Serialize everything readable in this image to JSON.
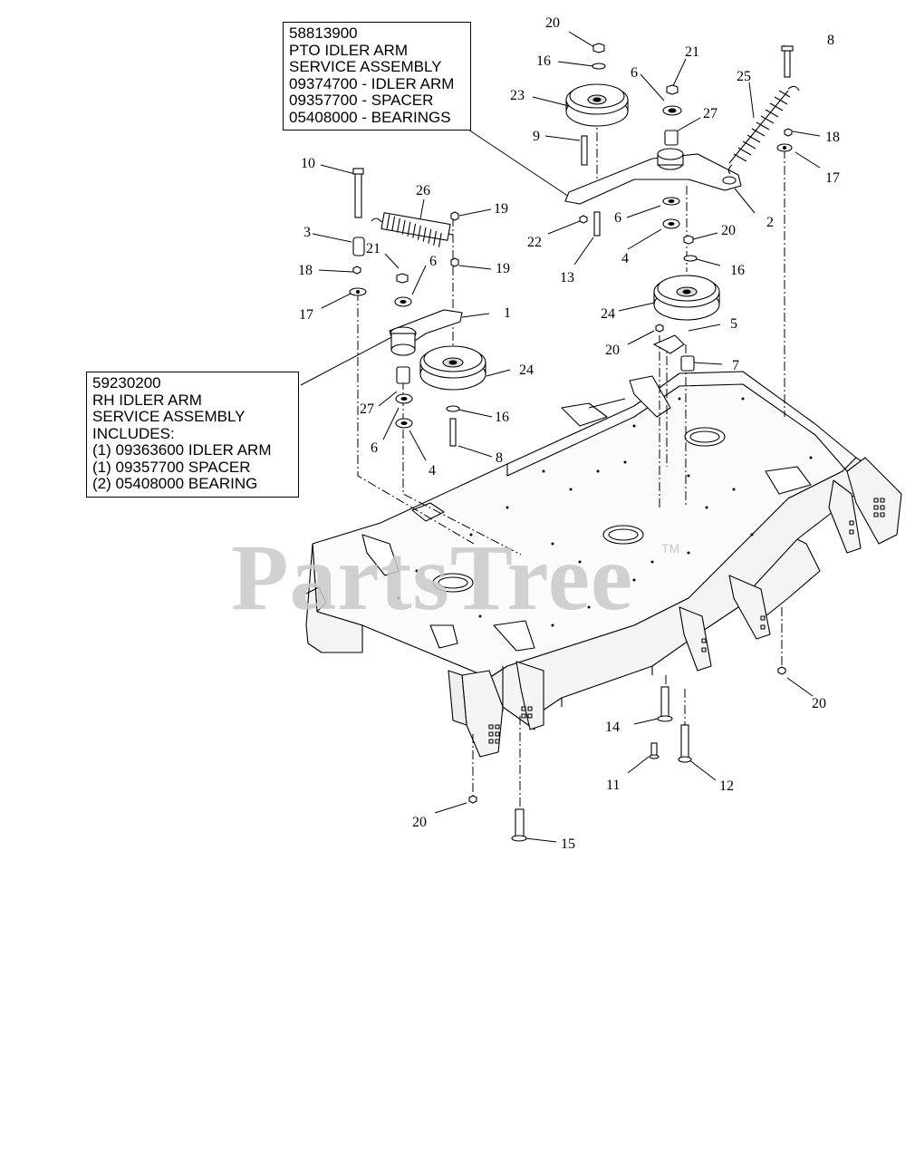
{
  "pto_callout": {
    "lines": [
      "58813900",
      "PTO IDLER ARM",
      "SERVICE ASSEMBLY",
      "09374700 - IDLER ARM",
      "09357700 - SPACER",
      "05408000 - BEARINGS"
    ]
  },
  "rh_callout": {
    "lines": [
      "59230200",
      "RH IDLER ARM",
      "SERVICE ASSEMBLY",
      "INCLUDES:",
      "(1) 09363600 IDLER ARM",
      "(1) 09357700 SPACER",
      "(2) 05408000 BEARING"
    ]
  },
  "watermark": {
    "text": "PartsTree",
    "tm": "TM"
  },
  "part_labels": {
    "p20a": "20",
    "p16a": "16",
    "p21a": "21",
    "p8a": "8",
    "p23": "23",
    "p6a": "6",
    "p25": "25",
    "p27a": "27",
    "p9": "9",
    "p18a": "18",
    "p17a": "17",
    "p10": "10",
    "p26": "26",
    "p19a": "19",
    "p6b": "6",
    "p2": "2",
    "p22": "22",
    "p4a": "4",
    "p20b": "20",
    "p3": "3",
    "p21b": "21",
    "p6c": "6",
    "p19b": "19",
    "p13": "13",
    "p16b": "16",
    "p18b": "18",
    "p17b": "17",
    "p1": "1",
    "p24a": "24",
    "p5": "5",
    "p20c": "20",
    "p7": "7",
    "p24b": "24",
    "p27b": "27",
    "p16c": "16",
    "p6d": "6",
    "p4b": "4",
    "p8b": "8",
    "p14": "14",
    "p20d": "20",
    "p11": "11",
    "p12": "12",
    "p20e": "20",
    "p15": "15"
  }
}
